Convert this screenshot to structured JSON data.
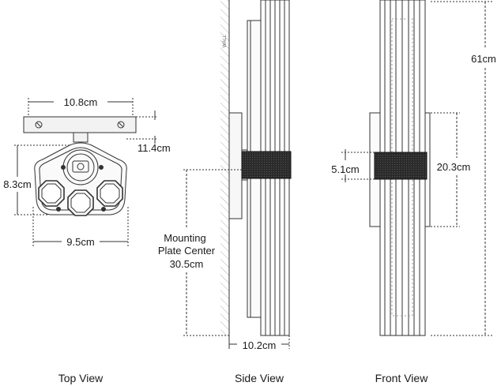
{
  "top_view": {
    "width_top": "10.8cm",
    "projection": "11.4cm",
    "height": "8.3cm",
    "width_bottom": "9.5cm",
    "caption": "Top View"
  },
  "side_view": {
    "wall_label": "WALL",
    "mounting_line1": "Mounting",
    "mounting_line2": "Plate Center",
    "mounting_line3": "30.5cm",
    "depth": "10.2cm",
    "caption": "Side View"
  },
  "front_view": {
    "total_height": "61cm",
    "backplate_height": "20.3cm",
    "band_height": "5.1cm",
    "caption": "Front View"
  },
  "colors": {
    "line": "#333333",
    "dark": "#1e1e1e",
    "dim": "#555555"
  }
}
